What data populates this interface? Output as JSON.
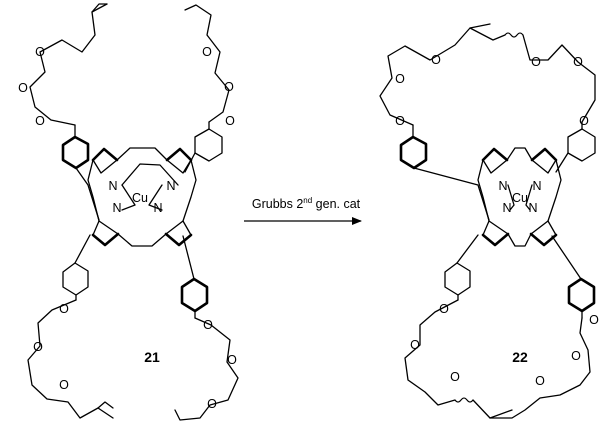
{
  "scheme": {
    "reactant_label": "21",
    "product_label": "22",
    "reagent": {
      "prefix": "Grubbs 2",
      "superscript": "nd",
      "suffix": " gen. cat"
    }
  },
  "atom_labels": {
    "oxygen": "O",
    "nitrogen": "N",
    "copper": "Cu"
  }
}
